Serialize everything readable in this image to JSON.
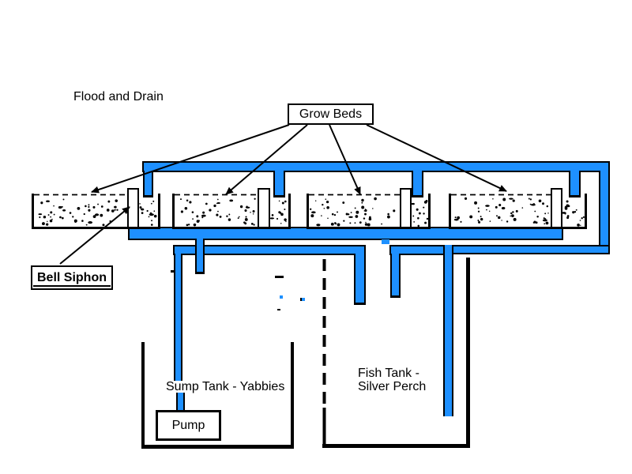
{
  "diagram": {
    "title": "Flood and Drain",
    "labels": {
      "grow_beds": "Grow Beds",
      "bell_siphon": "Bell Siphon",
      "sump_tank": "Sump Tank - Yabbies",
      "pump": "Pump",
      "fish_tank_line1": "Fish Tank -",
      "fish_tank_line2": "Silver Perch"
    },
    "colors": {
      "pipe_blue": "#1E90FF",
      "outline": "#000000",
      "background": "#FFFFFF"
    }
  }
}
